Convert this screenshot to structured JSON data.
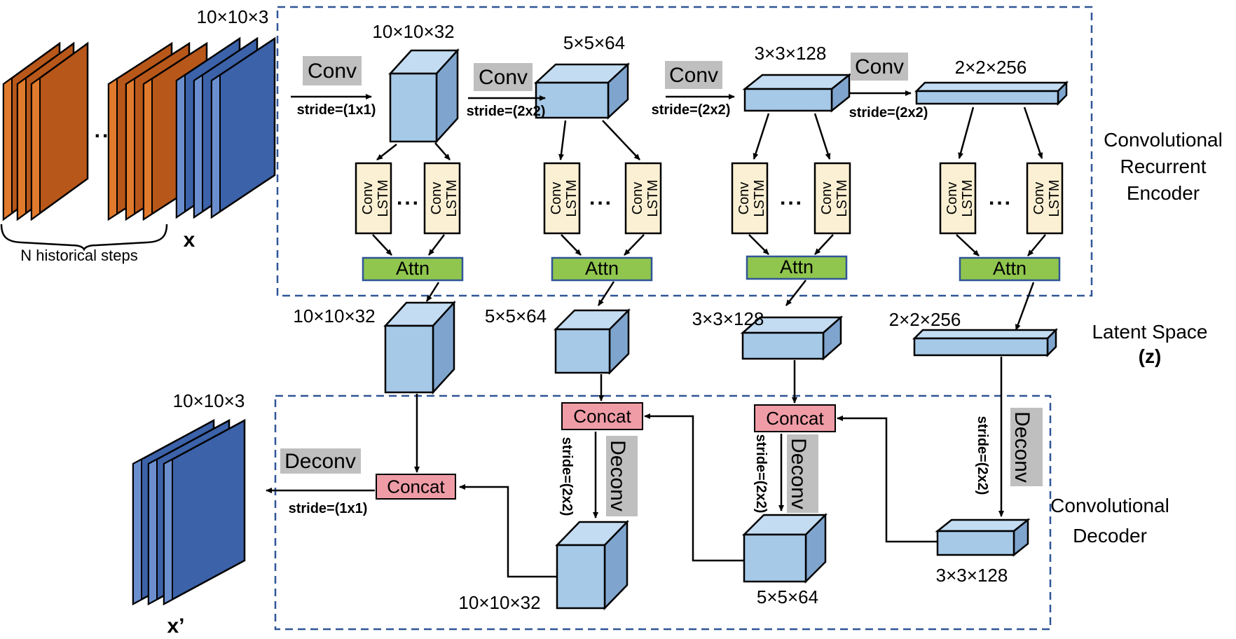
{
  "figure": {
    "input": {
      "dims_label": "10×10×3",
      "dots": "..",
      "brace_label": "N historical steps",
      "symbol": "x"
    },
    "encoder": {
      "title_lines": [
        "Convolutional",
        "Recurrent",
        "Encoder"
      ],
      "stages": [
        {
          "op": "Conv",
          "stride": "stride=(1x1)",
          "dims": "10×10×32"
        },
        {
          "op": "Conv",
          "stride": "stride=(2x2)",
          "dims": "5×5×64"
        },
        {
          "op": "Conv",
          "stride": "stride=(2x2)",
          "dims": "3×3×128"
        },
        {
          "op": "Conv",
          "stride": "stride=(2x2)",
          "dims": "2×2×256"
        }
      ],
      "cell_line1": "Conv",
      "cell_line2": "LSTM",
      "cell_dots": "...",
      "attn_label": "Attn"
    },
    "latent": {
      "dims": [
        "10×10×32",
        "5×5×64",
        "3×3×128",
        "2×2×256"
      ],
      "title": "Latent Space",
      "symbol": "(z)"
    },
    "decoder": {
      "title_lines": [
        "Convolutional",
        "Decoder"
      ],
      "concat_label": "Concat",
      "deconv_label": "Deconv",
      "stride_2x2": "stride=(2x2)",
      "stride_1x1": "stride=(1x1)",
      "dims": [
        "10×10×32",
        "5×5×64",
        "3×3×128"
      ]
    },
    "output": {
      "dims_label": "10×10×3",
      "symbol": "x’"
    },
    "colors": {
      "tensor_front": "#A6C9E8",
      "tensor_top": "#C3DCF2",
      "tensor_side": "#7FA5CE",
      "convlstm_fill": "#FBF0D3",
      "attn_fill": "#90C64E",
      "attn_border": "#2F5597",
      "concat_fill": "#EF9CA6",
      "op_label_bg": "#BFBFBF",
      "orange_face": "#B8571A",
      "orange_edge": "#E07A2C",
      "blue_face": "#3C62A9",
      "blue_edge": "#6B8FCE",
      "dashed_border": "#2F5597"
    }
  }
}
